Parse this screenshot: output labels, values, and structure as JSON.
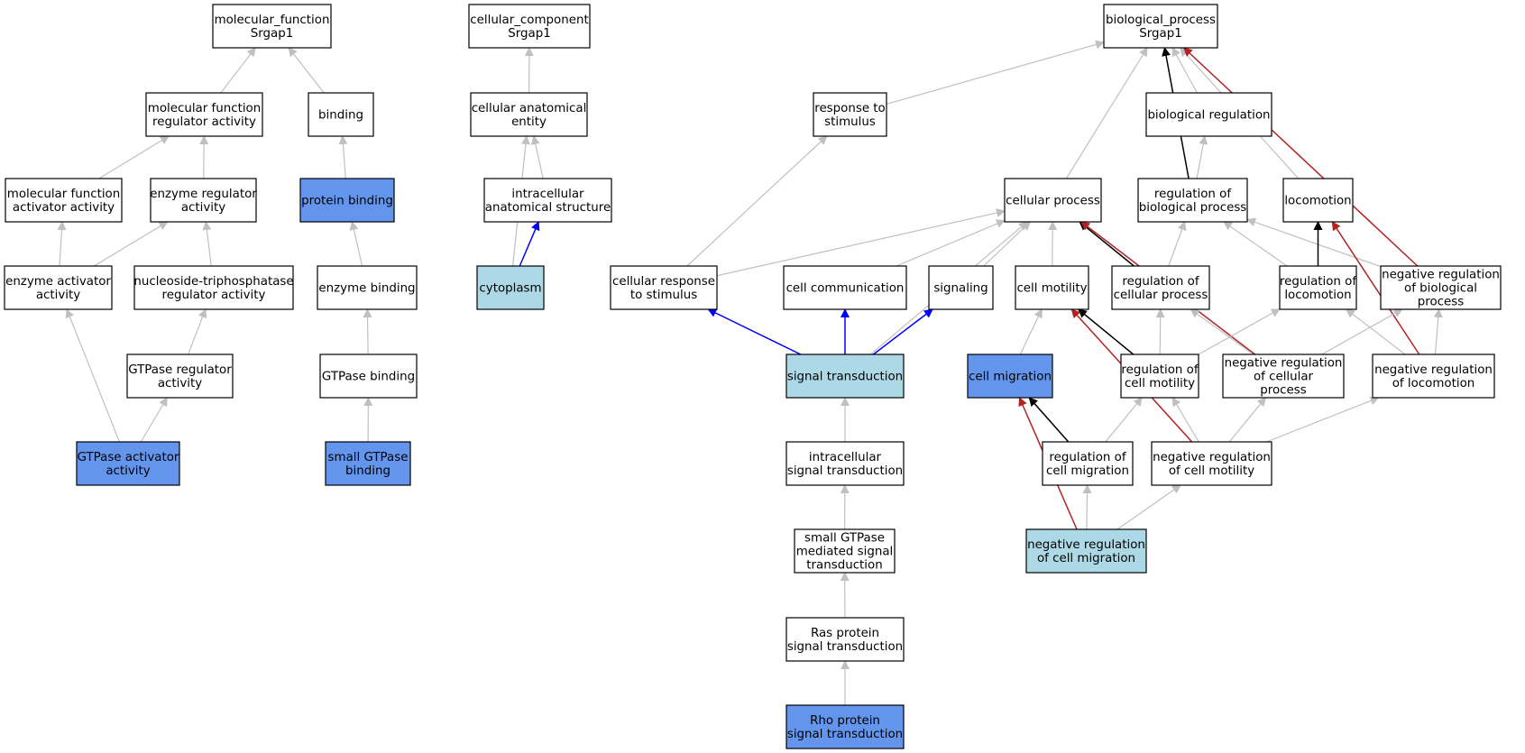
{
  "colors": {
    "default_fill": "#ffffff",
    "annotated_fill": "#6495ed",
    "highlight_fill": "#add8e6",
    "edge_is_a": "#c0c0c0",
    "edge_part_of": "#0000ff",
    "edge_regulates": "#000000",
    "edge_negatively_regulates": "#b22222"
  },
  "nodes": [
    {
      "id": "mf_root",
      "lines": [
        "molecular_function",
        "Srgap1"
      ],
      "style": "default"
    },
    {
      "id": "mf_reg",
      "lines": [
        "molecular function",
        "regulator activity"
      ],
      "style": "default"
    },
    {
      "id": "binding",
      "lines": [
        "binding"
      ],
      "style": "default"
    },
    {
      "id": "mf_act",
      "lines": [
        "molecular function",
        "activator activity"
      ],
      "style": "default"
    },
    {
      "id": "enz_reg",
      "lines": [
        "enzyme regulator",
        "activity"
      ],
      "style": "default"
    },
    {
      "id": "prot_bind",
      "lines": [
        "protein binding"
      ],
      "style": "annotated"
    },
    {
      "id": "enz_act",
      "lines": [
        "enzyme activator",
        "activity"
      ],
      "style": "default"
    },
    {
      "id": "ntp_reg",
      "lines": [
        "nucleoside-triphosphatase",
        "regulator activity"
      ],
      "style": "default"
    },
    {
      "id": "enz_bind",
      "lines": [
        "enzyme binding"
      ],
      "style": "default"
    },
    {
      "id": "gtp_reg",
      "lines": [
        "GTPase regulator",
        "activity"
      ],
      "style": "default"
    },
    {
      "id": "gtp_bind",
      "lines": [
        "GTPase binding"
      ],
      "style": "default"
    },
    {
      "id": "gtp_act",
      "lines": [
        "GTPase activator",
        "activity"
      ],
      "style": "annotated"
    },
    {
      "id": "sgtp_bind",
      "lines": [
        "small GTPase",
        "binding"
      ],
      "style": "annotated"
    },
    {
      "id": "cc_root",
      "lines": [
        "cellular_component",
        "Srgap1"
      ],
      "style": "default"
    },
    {
      "id": "cc_ent",
      "lines": [
        "cellular anatomical",
        "entity"
      ],
      "style": "default"
    },
    {
      "id": "ic_struct",
      "lines": [
        "intracellular",
        "anatomical structure"
      ],
      "style": "default"
    },
    {
      "id": "cytoplasm",
      "lines": [
        "cytoplasm"
      ],
      "style": "highlight"
    },
    {
      "id": "bp_root",
      "lines": [
        "biological_process",
        "Srgap1"
      ],
      "style": "default"
    },
    {
      "id": "resp_stim",
      "lines": [
        "response to",
        "stimulus"
      ],
      "style": "default"
    },
    {
      "id": "bio_reg",
      "lines": [
        "biological regulation"
      ],
      "style": "default"
    },
    {
      "id": "cell_proc",
      "lines": [
        "cellular process"
      ],
      "style": "default"
    },
    {
      "id": "reg_bio",
      "lines": [
        "regulation of",
        "biological process"
      ],
      "style": "default"
    },
    {
      "id": "locomotion",
      "lines": [
        "locomotion"
      ],
      "style": "default"
    },
    {
      "id": "cell_resp",
      "lines": [
        "cellular response",
        "to stimulus"
      ],
      "style": "default"
    },
    {
      "id": "cell_comm",
      "lines": [
        "cell communication"
      ],
      "style": "default"
    },
    {
      "id": "signaling",
      "lines": [
        "signaling"
      ],
      "style": "default"
    },
    {
      "id": "cell_mot",
      "lines": [
        "cell motility"
      ],
      "style": "default"
    },
    {
      "id": "reg_cell",
      "lines": [
        "regulation of",
        "cellular process"
      ],
      "style": "default"
    },
    {
      "id": "reg_loco",
      "lines": [
        "regulation of",
        "locomotion"
      ],
      "style": "default"
    },
    {
      "id": "neg_bio",
      "lines": [
        "negative regulation",
        "of biological",
        "process"
      ],
      "style": "default"
    },
    {
      "id": "sig_trans",
      "lines": [
        "signal transduction"
      ],
      "style": "highlight"
    },
    {
      "id": "cell_mig",
      "lines": [
        "cell migration"
      ],
      "style": "annotated"
    },
    {
      "id": "reg_mot",
      "lines": [
        "regulation of",
        "cell motility"
      ],
      "style": "default"
    },
    {
      "id": "neg_cell",
      "lines": [
        "negative regulation",
        "of cellular",
        "process"
      ],
      "style": "default"
    },
    {
      "id": "neg_loco",
      "lines": [
        "negative regulation",
        "of locomotion"
      ],
      "style": "default"
    },
    {
      "id": "ic_sig",
      "lines": [
        "intracellular",
        "signal transduction"
      ],
      "style": "default"
    },
    {
      "id": "reg_mig",
      "lines": [
        "regulation of",
        "cell migration"
      ],
      "style": "default"
    },
    {
      "id": "neg_mot",
      "lines": [
        "negative regulation",
        "of cell motility"
      ],
      "style": "default"
    },
    {
      "id": "sgtp_sig",
      "lines": [
        "small GTPase",
        "mediated signal",
        "transduction"
      ],
      "style": "default"
    },
    {
      "id": "neg_mig",
      "lines": [
        "negative regulation",
        "of cell migration"
      ],
      "style": "highlight"
    },
    {
      "id": "ras_sig",
      "lines": [
        "Ras protein",
        "signal transduction"
      ],
      "style": "default"
    },
    {
      "id": "rho_sig",
      "lines": [
        "Rho protein",
        "signal transduction"
      ],
      "style": "annotated"
    }
  ],
  "edges": [
    {
      "from": "mf_reg",
      "to": "mf_root",
      "type": "is_a"
    },
    {
      "from": "binding",
      "to": "mf_root",
      "type": "is_a"
    },
    {
      "from": "mf_act",
      "to": "mf_reg",
      "type": "is_a"
    },
    {
      "from": "enz_reg",
      "to": "mf_reg",
      "type": "is_a"
    },
    {
      "from": "prot_bind",
      "to": "binding",
      "type": "is_a"
    },
    {
      "from": "enz_act",
      "to": "mf_act",
      "type": "is_a"
    },
    {
      "from": "enz_act",
      "to": "enz_reg",
      "type": "is_a"
    },
    {
      "from": "ntp_reg",
      "to": "enz_reg",
      "type": "is_a"
    },
    {
      "from": "enz_bind",
      "to": "prot_bind",
      "type": "is_a"
    },
    {
      "from": "gtp_reg",
      "to": "ntp_reg",
      "type": "is_a"
    },
    {
      "from": "gtp_bind",
      "to": "enz_bind",
      "type": "is_a"
    },
    {
      "from": "gtp_act",
      "to": "enz_act",
      "type": "is_a"
    },
    {
      "from": "gtp_act",
      "to": "gtp_reg",
      "type": "is_a"
    },
    {
      "from": "sgtp_bind",
      "to": "gtp_bind",
      "type": "is_a"
    },
    {
      "from": "cc_ent",
      "to": "cc_root",
      "type": "is_a"
    },
    {
      "from": "ic_struct",
      "to": "cc_ent",
      "type": "is_a"
    },
    {
      "from": "cytoplasm",
      "to": "cc_ent",
      "type": "is_a"
    },
    {
      "from": "cytoplasm",
      "to": "ic_struct",
      "type": "part_of"
    },
    {
      "from": "resp_stim",
      "to": "bp_root",
      "type": "is_a"
    },
    {
      "from": "bio_reg",
      "to": "bp_root",
      "type": "is_a"
    },
    {
      "from": "cell_proc",
      "to": "bp_root",
      "type": "is_a"
    },
    {
      "from": "reg_bio",
      "to": "bp_root",
      "type": "regulates"
    },
    {
      "from": "locomotion",
      "to": "bp_root",
      "type": "is_a"
    },
    {
      "from": "neg_bio",
      "to": "bp_root",
      "type": "negatively_regulates"
    },
    {
      "from": "reg_bio",
      "to": "bio_reg",
      "type": "is_a"
    },
    {
      "from": "cell_resp",
      "to": "resp_stim",
      "type": "is_a"
    },
    {
      "from": "cell_resp",
      "to": "cell_proc",
      "type": "is_a"
    },
    {
      "from": "cell_comm",
      "to": "cell_proc",
      "type": "is_a"
    },
    {
      "from": "signaling",
      "to": "cell_proc",
      "type": "is_a"
    },
    {
      "from": "cell_mot",
      "to": "cell_proc",
      "type": "is_a"
    },
    {
      "from": "reg_cell",
      "to": "cell_proc",
      "type": "regulates"
    },
    {
      "from": "neg_cell",
      "to": "cell_proc",
      "type": "negatively_regulates"
    },
    {
      "from": "sig_trans",
      "to": "cell_proc",
      "type": "is_a"
    },
    {
      "from": "reg_cell",
      "to": "reg_bio",
      "type": "is_a"
    },
    {
      "from": "reg_loco",
      "to": "reg_bio",
      "type": "is_a"
    },
    {
      "from": "neg_bio",
      "to": "reg_bio",
      "type": "is_a"
    },
    {
      "from": "reg_loco",
      "to": "locomotion",
      "type": "regulates"
    },
    {
      "from": "neg_loco",
      "to": "locomotion",
      "type": "negatively_regulates"
    },
    {
      "from": "sig_trans",
      "to": "cell_resp",
      "type": "part_of"
    },
    {
      "from": "sig_trans",
      "to": "cell_comm",
      "type": "part_of"
    },
    {
      "from": "sig_trans",
      "to": "signaling",
      "type": "part_of"
    },
    {
      "from": "cell_mig",
      "to": "cell_mot",
      "type": "is_a"
    },
    {
      "from": "reg_mot",
      "to": "cell_mot",
      "type": "regulates"
    },
    {
      "from": "neg_mot",
      "to": "cell_mot",
      "type": "negatively_regulates"
    },
    {
      "from": "reg_mot",
      "to": "reg_cell",
      "type": "is_a"
    },
    {
      "from": "neg_cell",
      "to": "reg_cell",
      "type": "is_a"
    },
    {
      "from": "reg_mot",
      "to": "reg_loco",
      "type": "is_a"
    },
    {
      "from": "neg_loco",
      "to": "reg_loco",
      "type": "is_a"
    },
    {
      "from": "neg_cell",
      "to": "neg_bio",
      "type": "is_a"
    },
    {
      "from": "neg_loco",
      "to": "neg_bio",
      "type": "is_a"
    },
    {
      "from": "ic_sig",
      "to": "sig_trans",
      "type": "is_a"
    },
    {
      "from": "reg_mig",
      "to": "cell_mig",
      "type": "regulates"
    },
    {
      "from": "neg_mig",
      "to": "cell_mig",
      "type": "negatively_regulates"
    },
    {
      "from": "reg_mig",
      "to": "reg_mot",
      "type": "is_a"
    },
    {
      "from": "neg_mot",
      "to": "reg_mot",
      "type": "is_a"
    },
    {
      "from": "neg_mot",
      "to": "neg_cell",
      "type": "is_a"
    },
    {
      "from": "neg_mot",
      "to": "neg_loco",
      "type": "is_a"
    },
    {
      "from": "sgtp_sig",
      "to": "ic_sig",
      "type": "is_a"
    },
    {
      "from": "neg_mig",
      "to": "reg_mig",
      "type": "is_a"
    },
    {
      "from": "neg_mig",
      "to": "neg_mot",
      "type": "is_a"
    },
    {
      "from": "ras_sig",
      "to": "sgtp_sig",
      "type": "is_a"
    },
    {
      "from": "rho_sig",
      "to": "ras_sig",
      "type": "is_a"
    }
  ]
}
